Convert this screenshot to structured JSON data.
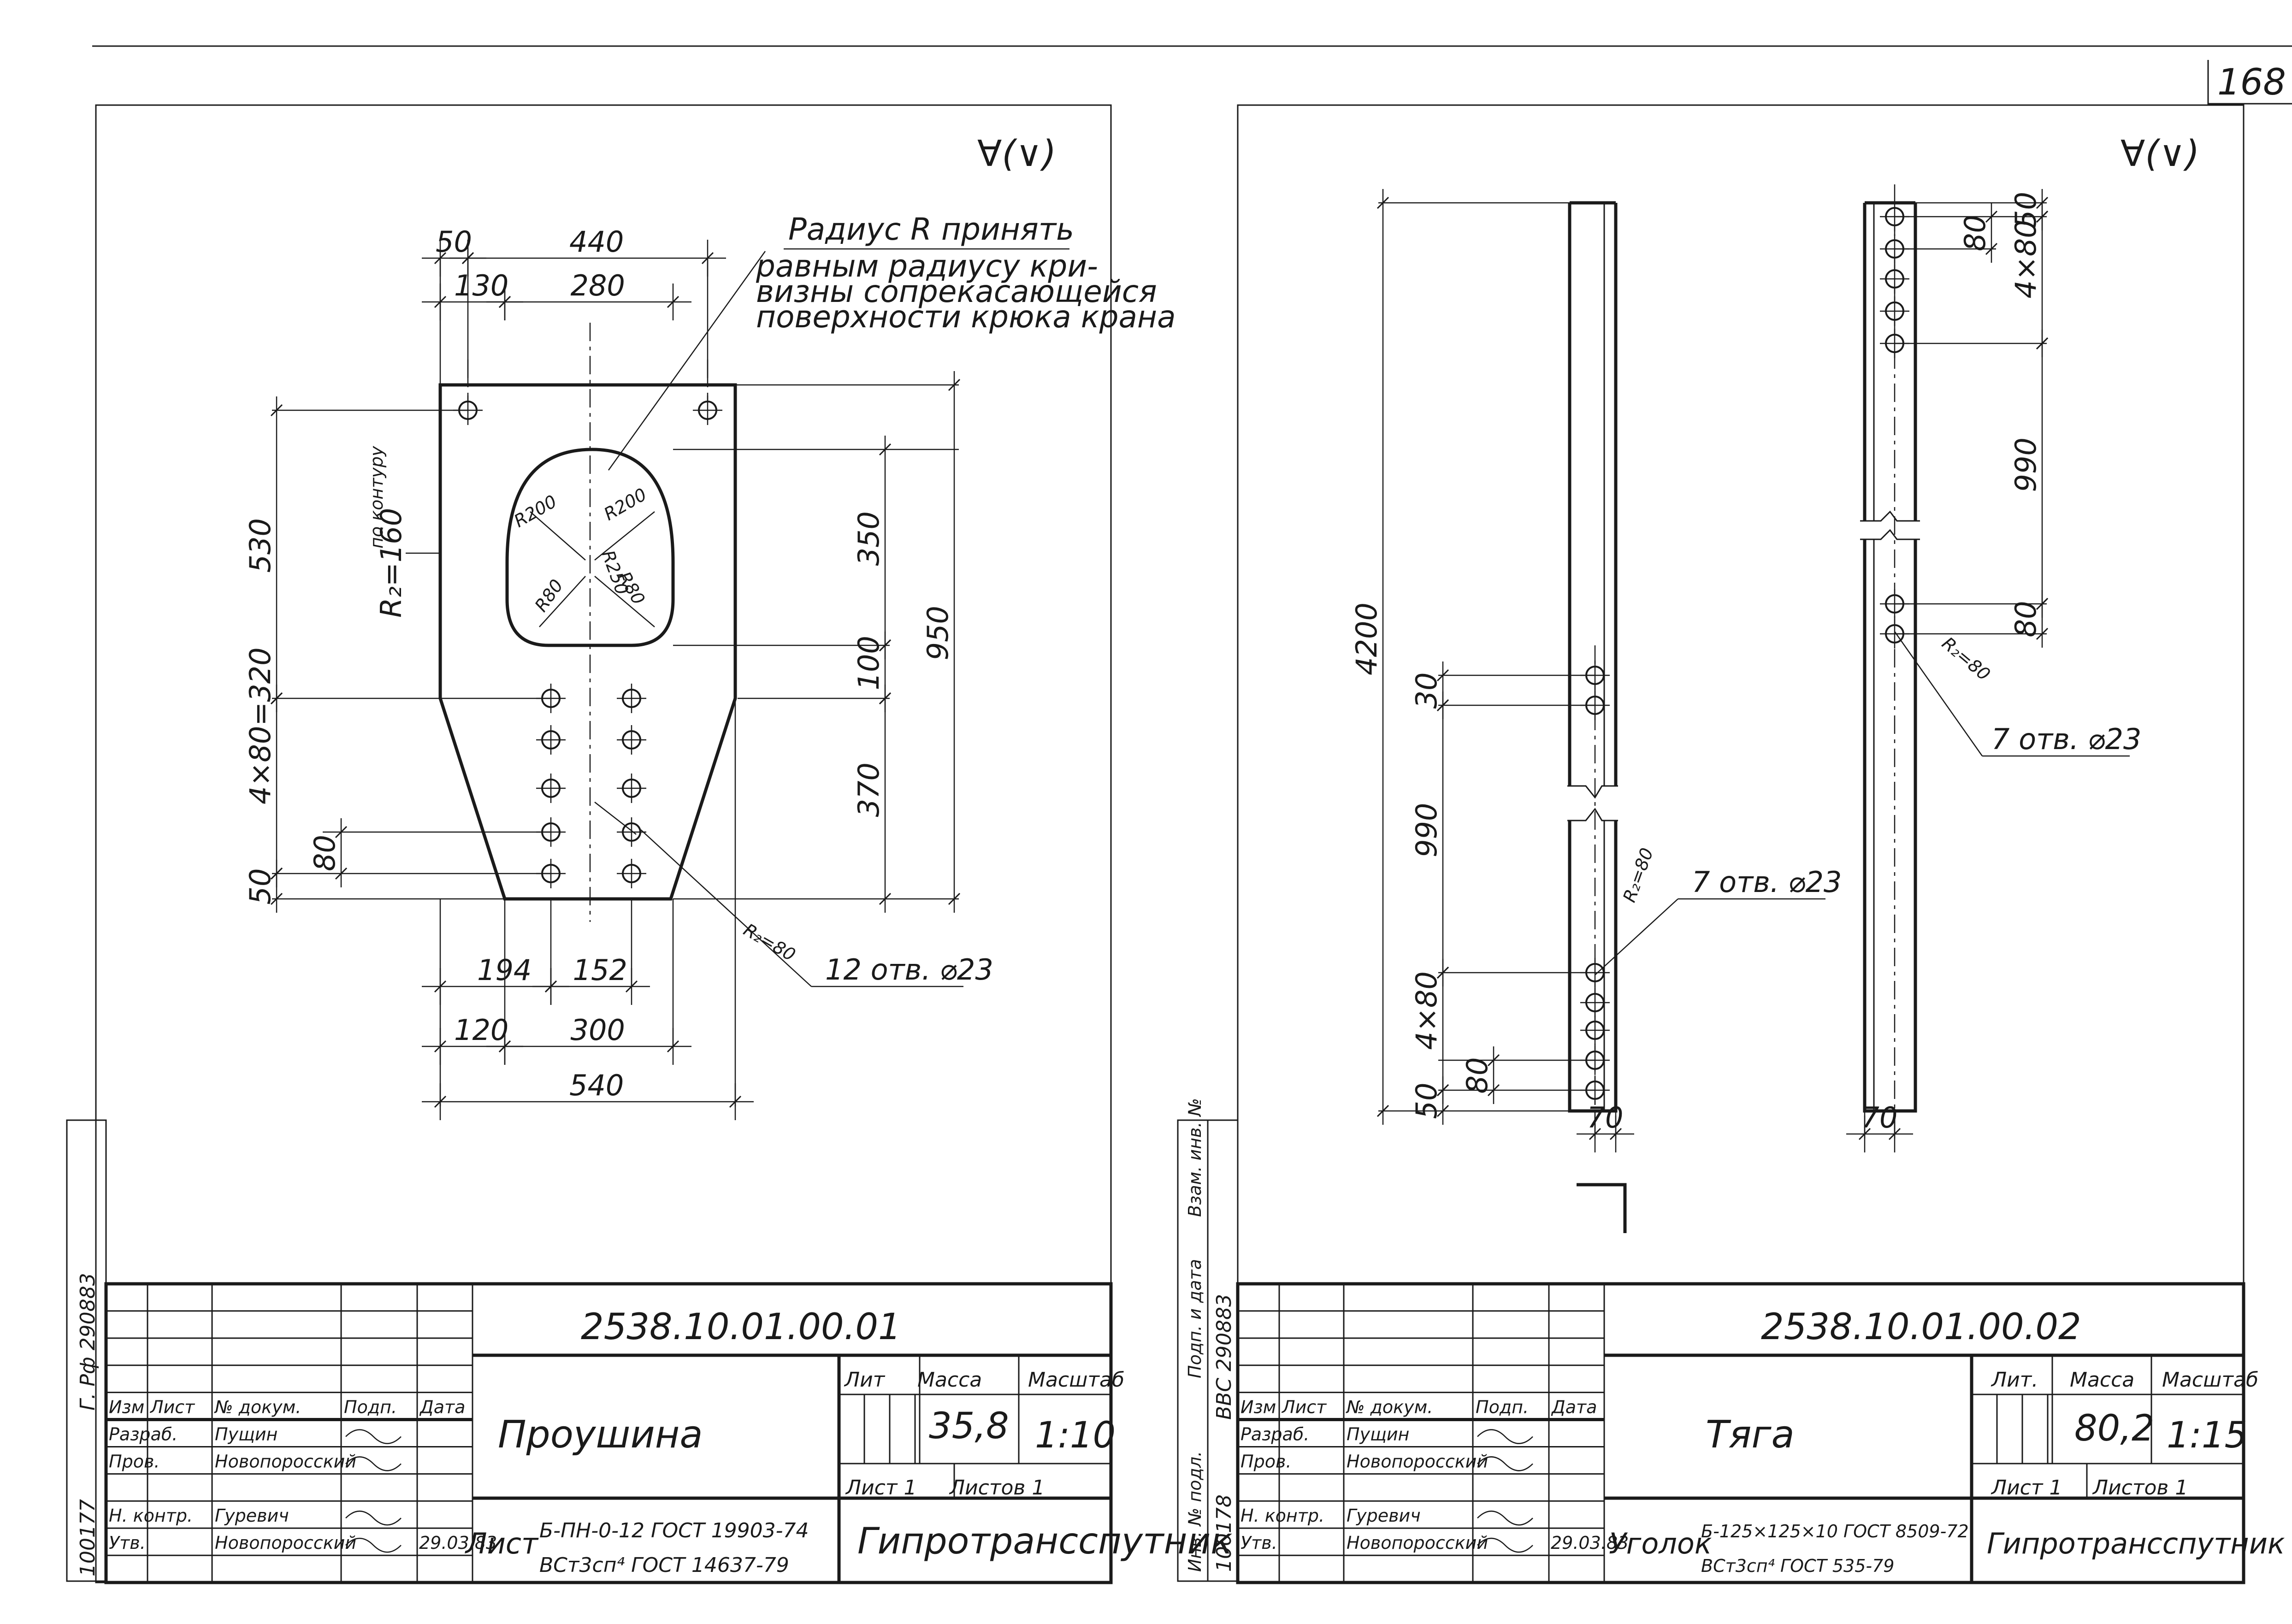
{
  "page": {
    "number": "168"
  },
  "left_sheet": {
    "roughness": "∀(∨)",
    "note": [
      "Радиус R принять",
      "равным радиусу кри-",
      "визны сопрекасающейся",
      "поверхности крюка крана"
    ],
    "contour_note": "по контуру",
    "contour_radius": "R₂=160",
    "dims": {
      "top_total": "440",
      "top_left_offset": "50",
      "top_130": "130",
      "top_280": "280",
      "left_530": "530",
      "left_holes": "4×80=320",
      "left_80": "80",
      "left_50": "50",
      "right_350": "350",
      "right_100": "100",
      "right_370": "370",
      "right_950": "950",
      "bot_194": "194",
      "bot_152": "152",
      "bot_120": "120",
      "bot_300": "300",
      "bot_total": "540"
    },
    "radii": [
      "R200",
      "R200",
      "R80",
      "R80",
      "R250"
    ],
    "holes_radius": "R₂=80",
    "holes_callout": "12 отв. ⌀23",
    "stamp": [
      "100177",
      "Г. Рф 290883"
    ],
    "titleblock": {
      "code": "2538.10.01.00.01",
      "name": "Проушина",
      "head": {
        "lit": "Лит",
        "mass": "Масса",
        "scale": "Масштаб"
      },
      "mass": "35,8",
      "scale": "1:10",
      "sheet_label": "Лист 1",
      "sheets_label": "Листов 1",
      "cols": [
        "Изм",
        "Лист",
        "№ докум.",
        "Подп.",
        "Дата"
      ],
      "rows": [
        {
          "role": "Разраб.",
          "person": "Пущин"
        },
        {
          "role": "Пров.",
          "person": "Новопоросский"
        },
        {
          "role": "Н. контр.",
          "person": "Гуревич"
        },
        {
          "role": "Утв.",
          "person": "Новопоросский",
          "date": "29.03.83"
        }
      ],
      "material_prefix": "Лист",
      "material_top": "Б-ПН-0-12 ГОСТ 19903-74",
      "material_bottom": "ВСт3сп⁴ ГОСТ 14637-79",
      "org": "Гипротрансспутник"
    }
  },
  "right_sheet": {
    "roughness": "∀(∨)",
    "side_view": {
      "length": "4200",
      "d30": "30",
      "d990": "990",
      "d4x80": "4×80",
      "d80": "80",
      "d50": "50",
      "d70": "70",
      "radius": "R₂=80",
      "callout": "7 отв. ⌀23"
    },
    "front_view": {
      "d50": "50",
      "d80": "80",
      "d4x80": "4×80",
      "d990": "990",
      "d80b": "80",
      "d70": "70",
      "radius": "R₂=80",
      "callout": "7 отв. ⌀23"
    },
    "stamp": [
      "100178",
      "ВВС 290883"
    ],
    "side_labels": [
      "Взам. инв. №",
      "Подп. и дата",
      "Инв. № подл."
    ],
    "titleblock": {
      "code": "2538.10.01.00.02",
      "name": "Тяга",
      "head": {
        "lit": "Лит.",
        "mass": "Масса",
        "scale": "Масштаб"
      },
      "mass": "80,2",
      "scale": "1:15",
      "sheet_label": "Лист 1",
      "sheets_label": "Листов 1",
      "cols": [
        "Изм",
        "Лист",
        "№ докум.",
        "Подп.",
        "Дата"
      ],
      "rows": [
        {
          "role": "Разраб.",
          "person": "Пущин"
        },
        {
          "role": "Пров.",
          "person": "Новопоросский"
        },
        {
          "role": "Н. контр.",
          "person": "Гуревич"
        },
        {
          "role": "Утв.",
          "person": "Новопоросский",
          "date": "29.03.83"
        }
      ],
      "material_prefix": "Уголок",
      "material_top": "Б-125×125×10 ГОСТ 8509-72",
      "material_bottom": "ВСт3сп⁴ ГОСТ 535-79",
      "org": "Гипротрансспутник"
    }
  }
}
